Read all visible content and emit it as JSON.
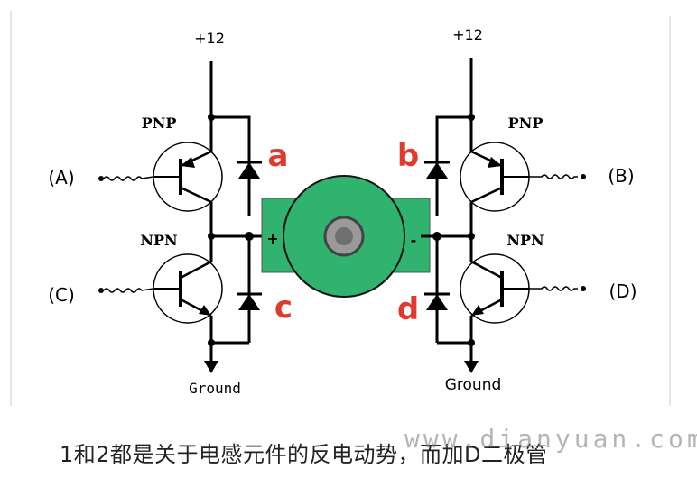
{
  "supply_left": "+12",
  "supply_right": "+12",
  "transistors": {
    "pnp_left": "PNP",
    "npn_left": "NPN",
    "pnp_right": "PNP",
    "npn_right": "NPN"
  },
  "inputs": {
    "a": "(A)",
    "b": "(B)",
    "c": "(C)",
    "d": "(D)"
  },
  "diodes": {
    "a": "a",
    "b": "b",
    "c": "c",
    "d": "d"
  },
  "motor": {
    "plus": "+",
    "minus": "-"
  },
  "ground_left": "Ground",
  "ground_right": "Ground",
  "caption": "1和2都是关于电感元件的反电动势，而加D二极管",
  "watermark": "www.dianyuan.com",
  "colors": {
    "motor_body": "#2fb36f",
    "diode_label": "#e03a2c",
    "wire": "#000000"
  }
}
